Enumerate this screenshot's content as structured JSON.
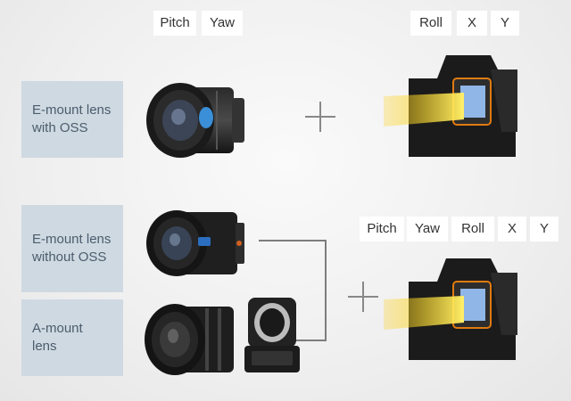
{
  "top_axes": [
    "Pitch",
    "Yaw"
  ],
  "top_right_axes": [
    "Roll",
    "X",
    "Y"
  ],
  "bottom_axes": [
    "Pitch",
    "Yaw",
    "Roll",
    "X",
    "Y"
  ],
  "rows": {
    "row1": {
      "line1": "E-mount lens",
      "line2": "with OSS"
    },
    "row2": {
      "line1": "E-mount lens",
      "line2": "without OSS"
    },
    "row3": {
      "line1": "A-mount",
      "line2": "lens"
    }
  },
  "colors": {
    "label_bg": "#cfd9e2",
    "label_text": "#4b5c6c",
    "beam": "#ffcc00",
    "sensor_frame": "#e07a10"
  },
  "icons": [
    "lens-oss-image",
    "lens-zeiss-image",
    "lens-amount-image",
    "mount-adapter-image",
    "camera-image",
    "plus-icon",
    "connector-bracket"
  ]
}
